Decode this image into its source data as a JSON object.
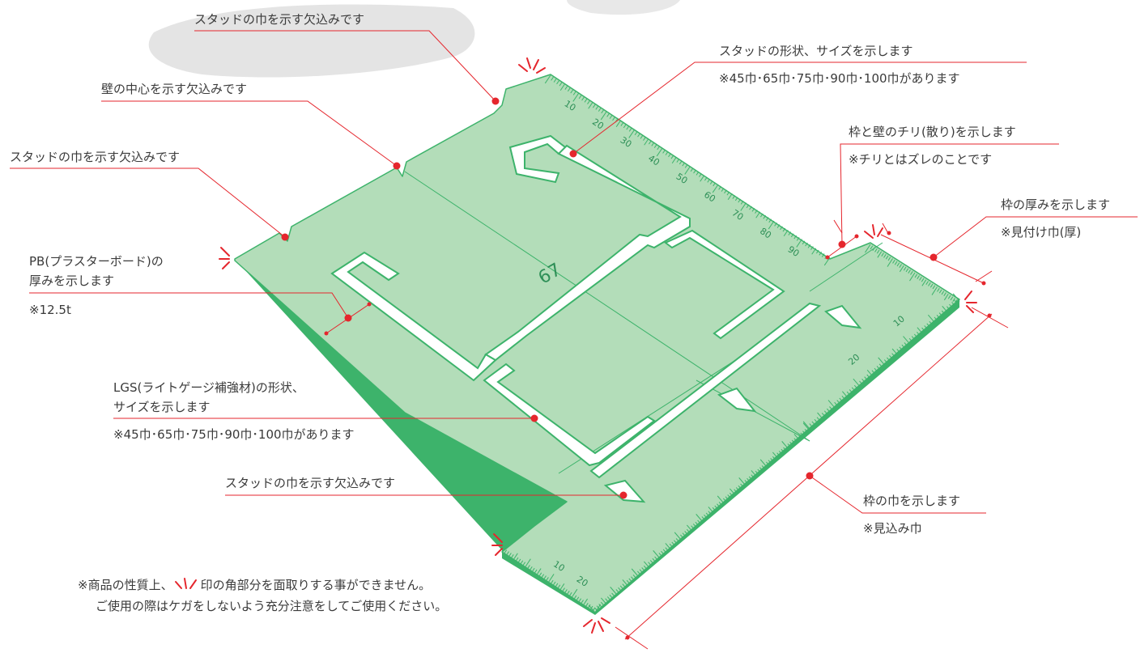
{
  "labels": {
    "stud_width_top": "スタッドの巾を示す欠込みです",
    "wall_center": "壁の中心を示す欠込みです",
    "stud_width_left": "スタッドの巾を示す欠込みです",
    "pb_line1": "PB(プラスターボード)の",
    "pb_line2": "厚みを示します",
    "pb_note": "※12.5t",
    "lgs_line1": "LGS(ライトゲージ補強材)の形状、",
    "lgs_line2": "サイズを示します",
    "lgs_note": "※45巾･65巾･75巾･90巾･100巾があります",
    "stud_width_bottom": "スタッドの巾を示す欠込みです",
    "stud_shape": "スタッドの形状、サイズを示します",
    "stud_shape_note": "※45巾･65巾･75巾･90巾･100巾があります",
    "chiri": "枠と壁のチリ(散り)を示します",
    "chiri_note": "※チリとはズレのことです",
    "frame_thickness": "枠の厚みを示します",
    "frame_thickness_note": "※見付け巾(厚)",
    "frame_width": "枠の巾を示します",
    "frame_width_note": "※見込み巾"
  },
  "ruler_numbers": {
    "top": [
      "10",
      "20",
      "30",
      "40",
      "50",
      "60",
      "70",
      "80",
      "90"
    ],
    "right": [
      "10",
      "20"
    ],
    "bottom": [
      "10",
      "20"
    ],
    "center": "67"
  },
  "footer": {
    "line1_before": "※商品の性質上、",
    "line1_after": "印の角部分を面取りする事ができません。",
    "line2": "ご使用の際はケガをしないよう充分注意をしてご使用ください。"
  },
  "colors": {
    "board_fill": "#b3ddb9",
    "board_edge": "#3db36b",
    "accent_red": "#e5262d",
    "text": "#3a3a3a"
  }
}
